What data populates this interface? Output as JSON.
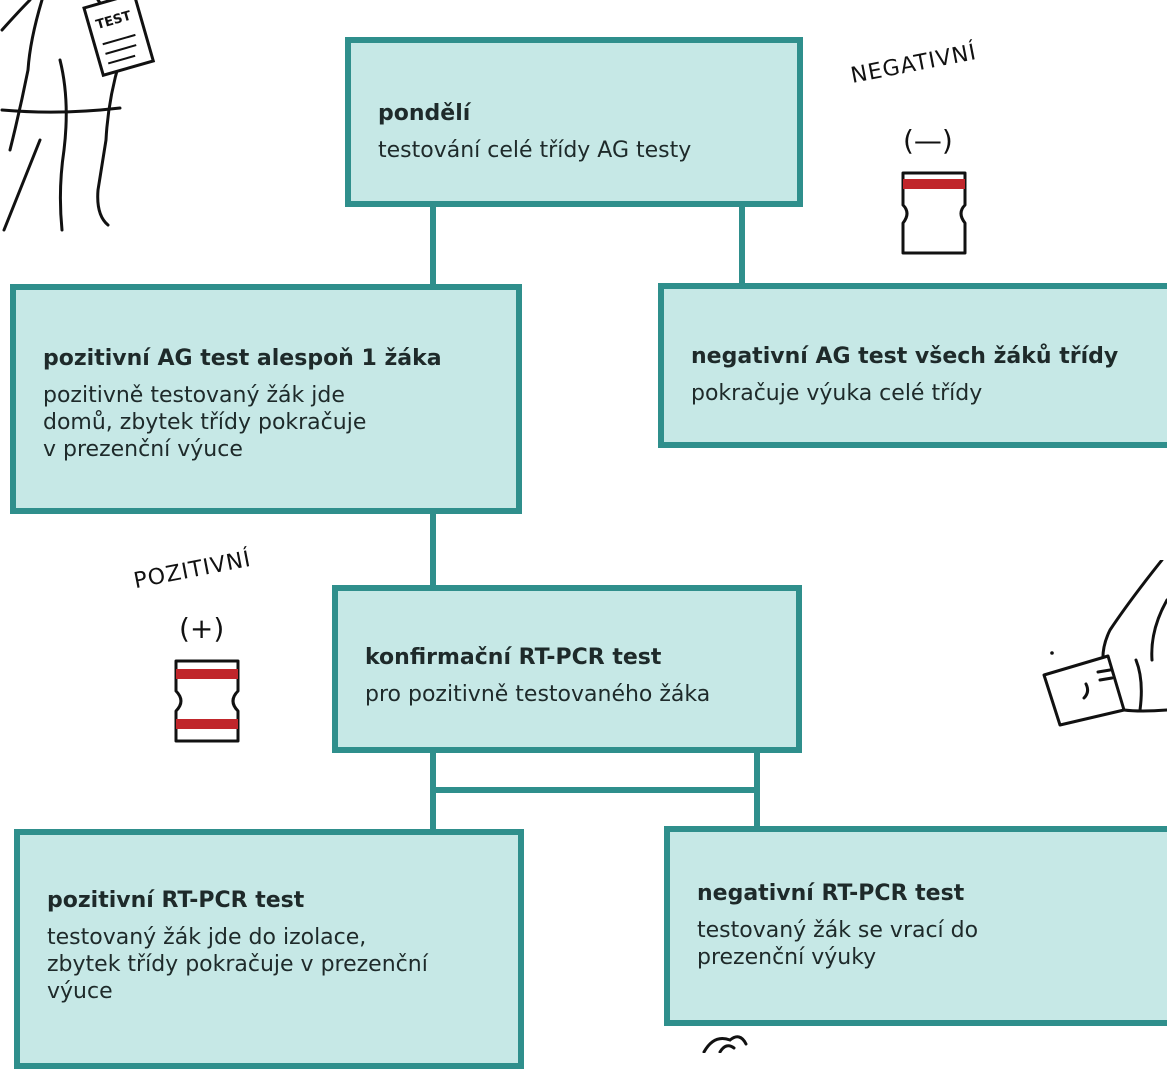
{
  "colors": {
    "box_fill": "#c6e8e6",
    "box_border": "#2f8f8c",
    "test_band": "#c0262b",
    "ink": "#111111"
  },
  "nodes": {
    "monday": {
      "title": "pondělí",
      "desc": "testování celé třídy AG testy"
    },
    "positive_ag": {
      "title": "pozitivní AG test alespoň 1 žáka",
      "desc": "pozitivně testovaný žák jde\ndomů, zbytek třídy pokračuje\nv prezenční výuce"
    },
    "negative_ag": {
      "title": "negativní AG test všech žáků třídy",
      "desc": "pokračuje výuka celé třídy"
    },
    "rtpcr": {
      "title": "konfirmační RT-PCR test",
      "desc": "pro pozitivně testovaného žáka"
    },
    "positive_pcr": {
      "title": "pozitivní RT-PCR test",
      "desc": "testovaný žák jde do izolace,\nzbytek třídy pokračuje v prezenční\nvýuce"
    },
    "negative_pcr": {
      "title": "negativní RT-PCR test",
      "desc": "testovaný žák se vrací do\nprezenční výuky"
    }
  },
  "annotations": {
    "negativni": "NEGATIVNÍ",
    "negativni_sign": "(—)",
    "pozitivni": "POZITIVNÍ",
    "pozitivni_sign": "(+)"
  },
  "illustrations": {
    "person_sign_text": "TEST"
  },
  "icons": [
    "person-holding-test-icon",
    "test-cassette-negative-icon",
    "test-cassette-positive-icon",
    "hand-holding-test-icon"
  ]
}
